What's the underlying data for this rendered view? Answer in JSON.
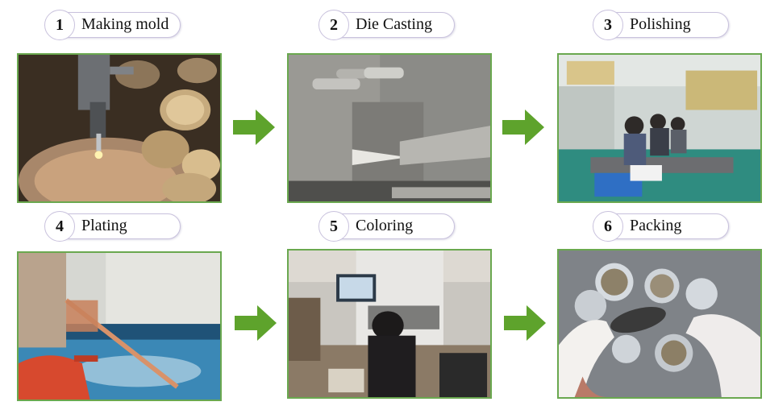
{
  "steps": [
    {
      "number": "1",
      "title": "Making mold"
    },
    {
      "number": "2",
      "title": "Die Casting"
    },
    {
      "number": "3",
      "title": "Polishing"
    },
    {
      "number": "4",
      "title": "Plating"
    },
    {
      "number": "5",
      "title": "Coloring"
    },
    {
      "number": "6",
      "title": "Packing"
    }
  ],
  "colors": {
    "arrow": "#5ea32c",
    "frame": "#6aa84f",
    "label_border": "#c9c2dd"
  }
}
